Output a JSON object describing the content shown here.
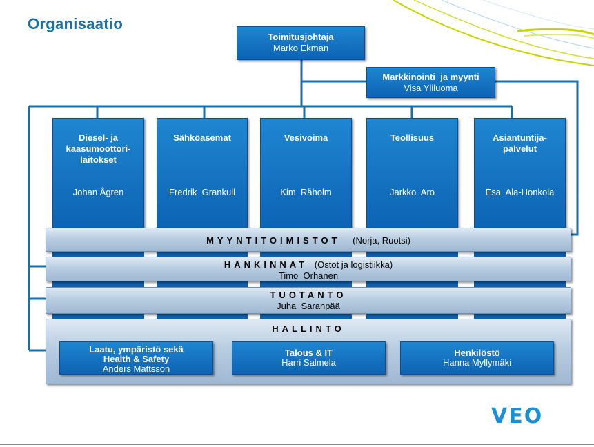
{
  "title": "Organisaatio",
  "ceo": {
    "role": "Toimitusjohtaja",
    "name": "Marko Ekman"
  },
  "marketing": {
    "role": "Markkinointi  ja myynti",
    "name": "Visa Yliluoma"
  },
  "divisions": [
    {
      "name": "Diesel- ja kaasumoottori-laitokset",
      "head": "Johan Ågren"
    },
    {
      "name": "Sähköasemat",
      "head": "Fredrik  Grankull"
    },
    {
      "name": "Vesivoima",
      "head": "Kim  Råholm"
    },
    {
      "name": "Teollisuus",
      "head": "Jarkko  Aro"
    },
    {
      "name": "Asiantuntija-palvelut",
      "head": "Esa  Ala-Honkola"
    }
  ],
  "functions": {
    "sales_offices": {
      "label": "MYYNTITOIMISTOT",
      "detail": "(Norja, Ruotsi)"
    },
    "procurement": {
      "label": "HANKINNAT",
      "detail": "(Ostot ja logistiikka)",
      "name": "Timo  Orhanen"
    },
    "production": {
      "label": "TUOTANTO",
      "name": "Juha  Saranpää"
    },
    "administration": {
      "label": "HALLINTO",
      "units": [
        {
          "name": "Laatu, ympäristö sekä Health & Safety",
          "head": "Anders Mattsson"
        },
        {
          "name": "Talous & IT",
          "head": "Harri Salmela"
        },
        {
          "name": "Henkilöstö",
          "head": "Hanna Myllymäki"
        }
      ]
    }
  },
  "logo": {
    "text": "VEO",
    "color": "#1b8fd6"
  },
  "colors": {
    "box": "#1478c4",
    "bar": "#b8cde1",
    "line": "#1a6fa8",
    "swoosh": "#c8d400"
  }
}
